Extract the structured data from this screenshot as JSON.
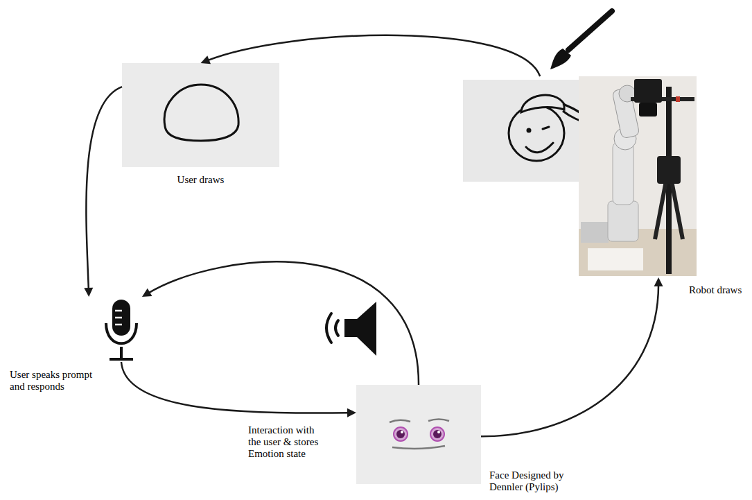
{
  "diagram": {
    "nodes": [
      {
        "text": [
          "User draws"
        ]
      },
      {
        "text": [
          "User speaks prompt and responds"
        ]
      },
      {
        "text": [
          "Interaction with the user & stores Emotion state",
          "Face Designed by Dennler (Pylips)"
        ]
      },
      {
        "text": [
          "Robot draws"
        ]
      }
    ],
    "edges": [
      {
        "from": 3,
        "to": 0,
        "arrow": "to"
      },
      {
        "from": 0,
        "to": 1,
        "arrow": "to"
      },
      {
        "from": 1,
        "to": 2,
        "arrow": "to"
      },
      {
        "from": 2,
        "to": 1,
        "arrow": "to"
      },
      {
        "from": 2,
        "to": 3,
        "arrow": "to"
      }
    ]
  }
}
